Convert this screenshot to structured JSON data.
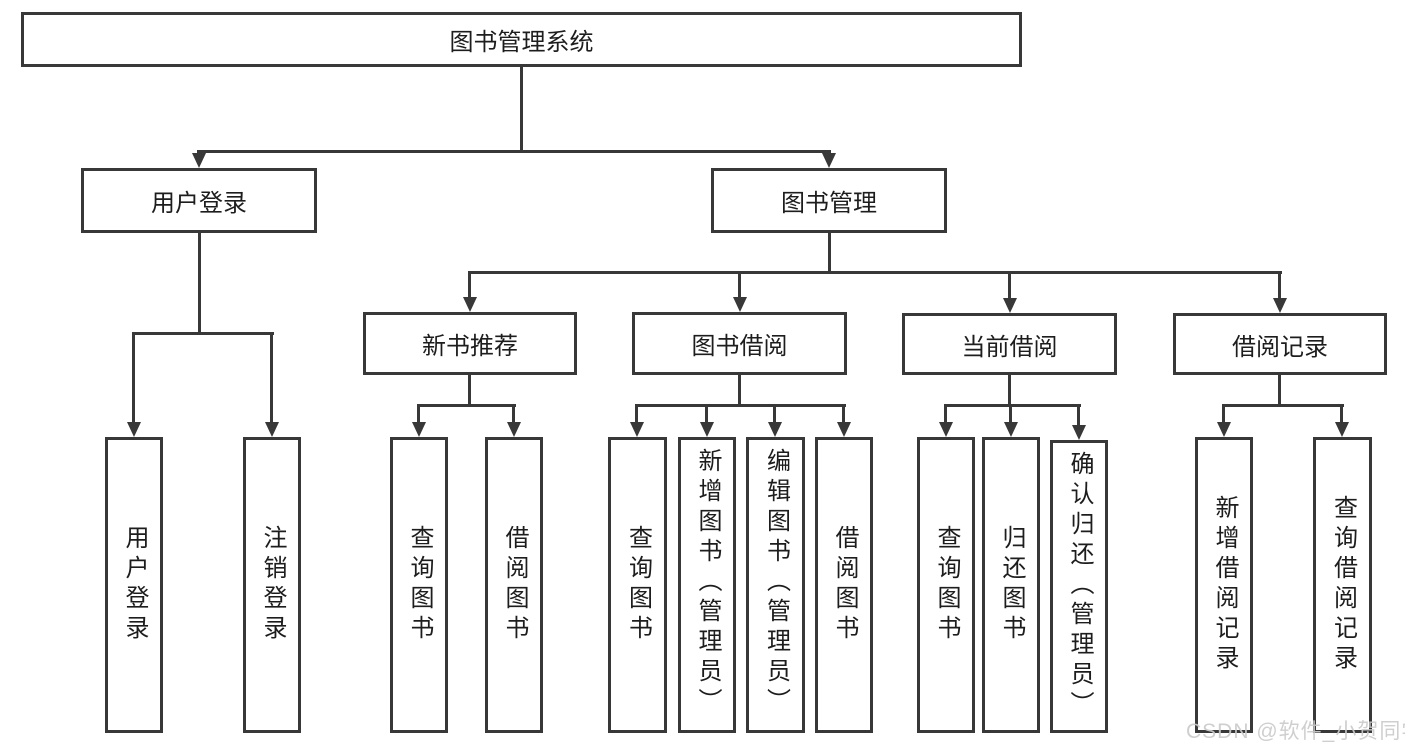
{
  "diagram": {
    "title": "图书管理系统",
    "type": "hierarchy-tree",
    "tree": {
      "label": "图书管理系统",
      "children": [
        {
          "label": "用户登录",
          "children": [
            {
              "label": "用户登录"
            },
            {
              "label": "注销登录"
            }
          ]
        },
        {
          "label": "图书管理",
          "children": [
            {
              "label": "新书推荐",
              "children": [
                {
                  "label": "查询图书"
                },
                {
                  "label": "借阅图书"
                }
              ]
            },
            {
              "label": "图书借阅",
              "children": [
                {
                  "label": "查询图书"
                },
                {
                  "label": "新增图书（管理员）"
                },
                {
                  "label": "编辑图书（管理员）"
                },
                {
                  "label": "借阅图书"
                }
              ]
            },
            {
              "label": "当前借阅",
              "children": [
                {
                  "label": "查询图书"
                },
                {
                  "label": "归还图书"
                },
                {
                  "label": "确认归还（管理员）"
                }
              ]
            },
            {
              "label": "借阅记录",
              "children": [
                {
                  "label": "新增借阅记录"
                },
                {
                  "label": "查询借阅记录"
                }
              ]
            }
          ]
        }
      ]
    }
  },
  "watermark": {
    "text": "CSDN @软件_小贺同学",
    "color": "#cbcbcb"
  },
  "colors": {
    "line": "#383838",
    "text": "#1d1d1d",
    "background": "#ffffff"
  }
}
